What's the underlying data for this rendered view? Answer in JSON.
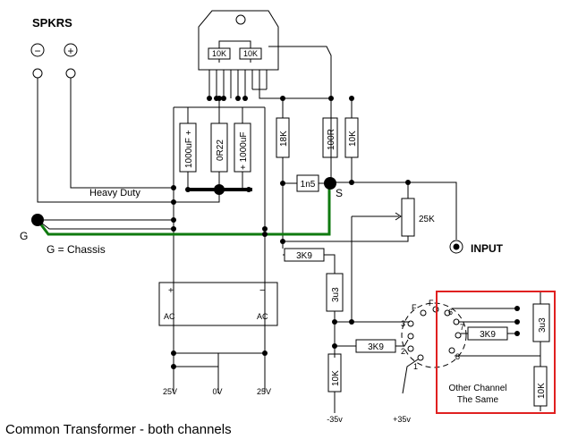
{
  "speakers": {
    "title": "SPKRS",
    "minus": "−",
    "plus": "+"
  },
  "ic": {
    "r1": "10K",
    "r2": "10K"
  },
  "caps": {
    "c1": "1000uF +",
    "c2": "+ 1000uF",
    "c3": "1n5"
  },
  "resistors": {
    "r_0r22": "0R22",
    "r_18k": "18K",
    "r_100r": "100R",
    "r_10k_top": "10K",
    "r_3k9_a": "3K9",
    "r_3u3": "3u3",
    "r_3k9_b": "3K9",
    "r_10k_bottom": "10K",
    "r_3k9_c": "3K9",
    "r_3u3_b": "3u3",
    "r_10k_box": "10K"
  },
  "labels": {
    "heavy_duty": "Heavy Duty",
    "g": "G",
    "g_chassis": "G = Chassis",
    "s": "S",
    "pot": "25K",
    "input": "INPUT",
    "xfmr_plus": "+",
    "xfmr_minus": "−",
    "ac_left": "AC",
    "ac_right": "AC",
    "v25_left": "25V",
    "v0": "0V",
    "v25_right": "25V",
    "neg35": "-35v",
    "pos35": "+35v",
    "pin_f1": "F",
    "pin_f2": "F",
    "pin_3": "3",
    "pin_2": "2",
    "pin_1": "1",
    "pin_6": "6",
    "pin_7": "7",
    "pin_8": "8",
    "other_channel_1": "Other Channel",
    "other_channel_2": "The Same",
    "footer": "Common Transformer - both channels"
  },
  "colors": {
    "ground": "#0f7a0f",
    "box": "#e02020",
    "wire": "#000000"
  }
}
